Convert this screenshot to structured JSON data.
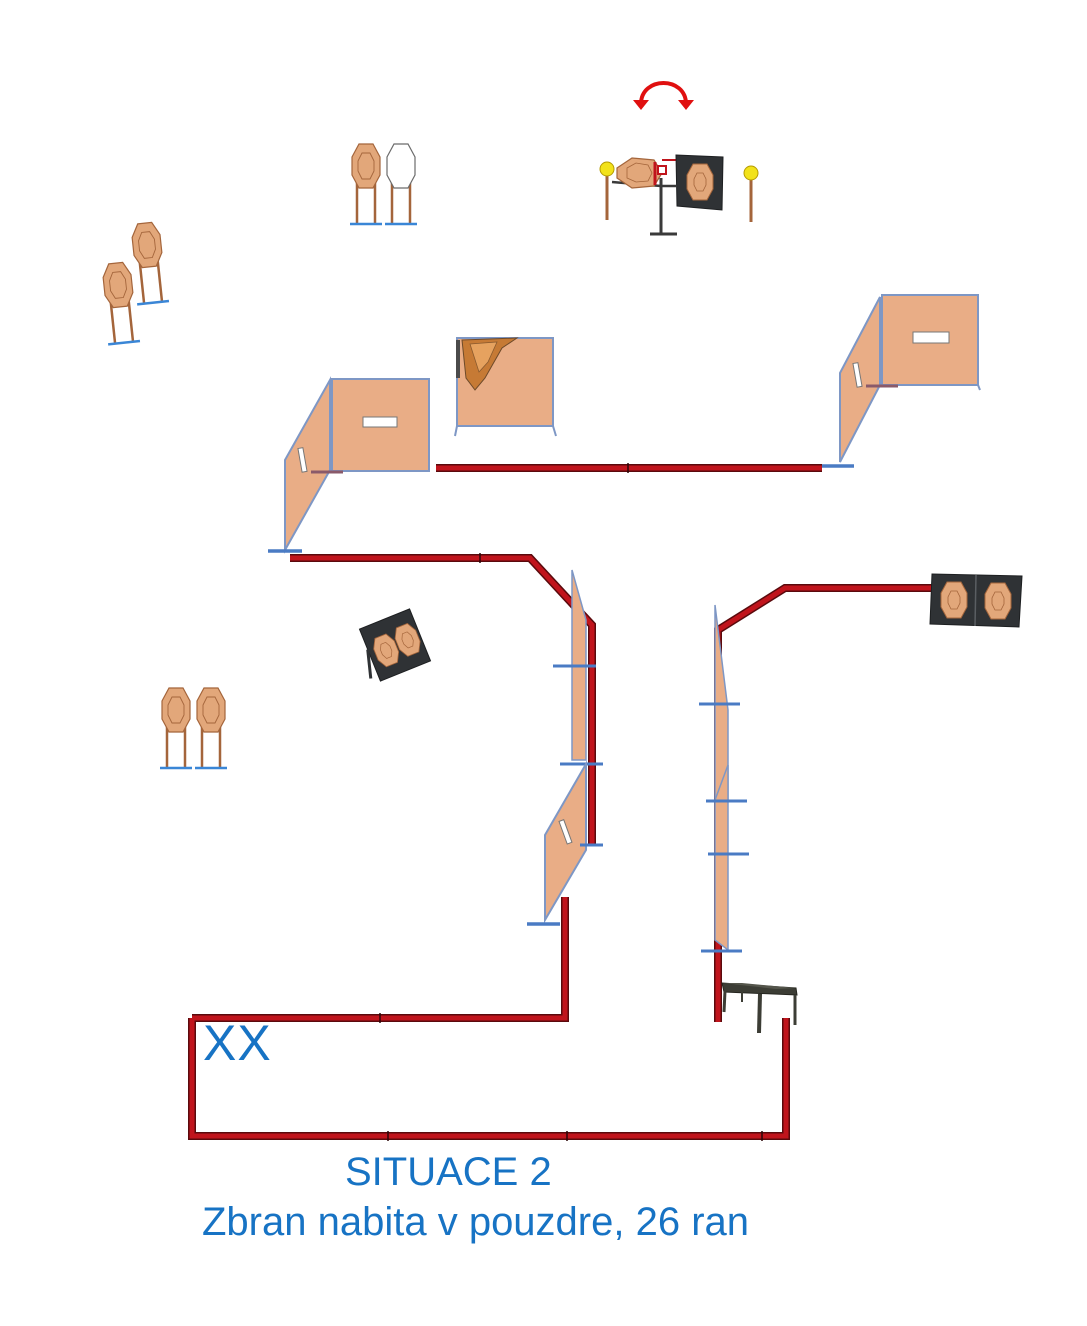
{
  "diagram": {
    "start_mark": "XX",
    "title": "SITUACE 2",
    "description": "Zbran nabita v pouzdre, 26 ran"
  },
  "colors": {
    "fault_line": "#c0141c",
    "wall_fill": "#e9ad86",
    "wall_stroke": "#7e97c5",
    "wall_base": "#4a7bc4",
    "target_fill": "#e2a77a",
    "target_stand": "#a4653b",
    "target_foot": "#3a86d6",
    "steel_plate": "#2f3235",
    "swinger_arrow": "#e01010",
    "popper_ball": "#f2e21a",
    "table": "#3c3d35",
    "text": "#1773c4"
  },
  "icons": [
    "paper-target-icon",
    "no-shoot-target-icon",
    "swinger-target-icon",
    "steel-plate-target-icon",
    "wall-icon",
    "table-icon",
    "rotation-arrow-icon"
  ]
}
